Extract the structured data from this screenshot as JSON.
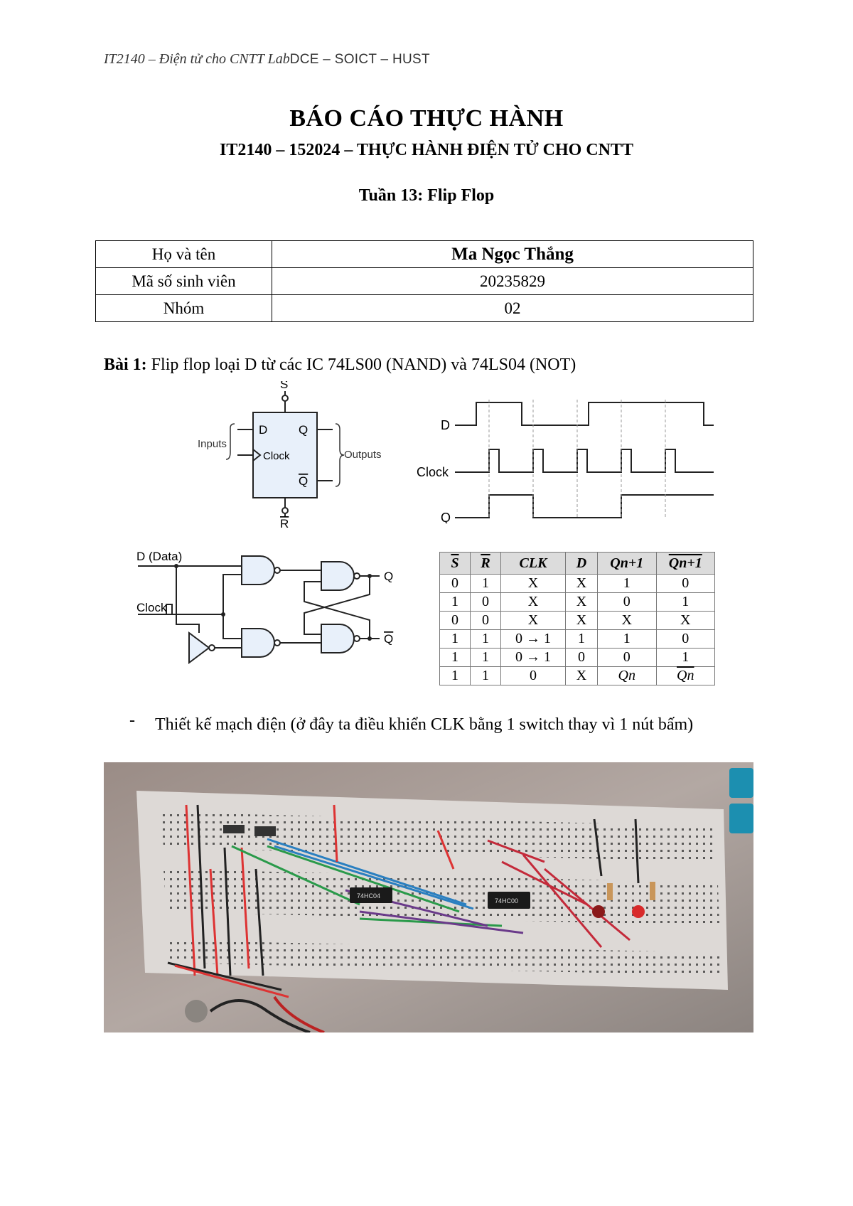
{
  "header": {
    "course_italic": "IT2140 – Điện tử cho CNTT Lab",
    "org": "DCE – SOICT – HUST"
  },
  "title": {
    "main": "BÁO CÁO THỰC HÀNH",
    "subtitle": "IT2140 – 152024 – THỰC HÀNH ĐIỆN TỬ CHO CNTT",
    "week": "Tuần 13: Flip Flop"
  },
  "info_table": [
    {
      "label": "Họ và tên",
      "value": "Ma Ngọc Thắng"
    },
    {
      "label": "Mã số sinh viên",
      "value": "20235829"
    },
    {
      "label": "Nhóm",
      "value": "02"
    }
  ],
  "exercise": {
    "label": "Bài 1:",
    "text": " Flip flop loại D từ các IC 74LS00 (NAND) và 74LS04 (NOT)"
  },
  "symbol_diagram": {
    "s_bar": "S",
    "r_bar": "R",
    "d": "D",
    "q": "Q",
    "q_bar": "Q",
    "clock": "Clock",
    "inputs": "Inputs",
    "outputs": "Outputs"
  },
  "timing_diagram": {
    "d": "D",
    "clock": "Clock",
    "q": "Q"
  },
  "gate_diagram": {
    "data": "D (Data)",
    "clock": "Clock",
    "q": "Q",
    "q_bar": "Q"
  },
  "truth_table": {
    "headers": [
      "S",
      "R",
      "CLK",
      "D",
      "Qn+1",
      "Qn+1"
    ],
    "rows": [
      [
        "0",
        "1",
        "X",
        "X",
        "1",
        "0"
      ],
      [
        "1",
        "0",
        "X",
        "X",
        "0",
        "1"
      ],
      [
        "0",
        "0",
        "X",
        "X",
        "X",
        "X"
      ],
      [
        "1",
        "1",
        "0 → 1",
        "1",
        "1",
        "0"
      ],
      [
        "1",
        "1",
        "0 → 1",
        "0",
        "0",
        "1"
      ],
      [
        "1",
        "1",
        "0",
        "X",
        "Qn",
        "Qn"
      ]
    ]
  },
  "bullet": {
    "marker": "-",
    "text": "Thiết kế mạch điện (ở đây ta điều khiển CLK bằng 1 switch thay vì 1 nút bấm)"
  },
  "breadboard": {
    "chip_left": "74HC04",
    "chip_right": "74HC00"
  }
}
